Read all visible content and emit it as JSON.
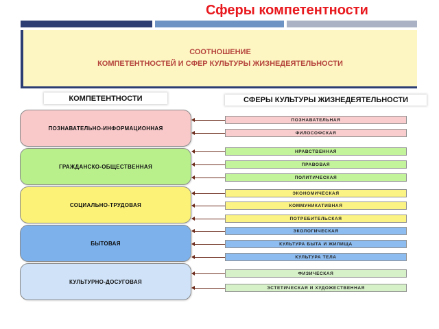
{
  "slide": {
    "title": "Сферы компетентности",
    "banner_line1": "СООТНОШЕНИЕ",
    "banner_line2": "КОМПЕТЕНТНОСТЕЙ И СФЕР КУЛЬТУРЫ  ЖИЗНЕДЕЯТЕЛЬНОСТИ",
    "left_header": "КОМПЕТЕНТНОСТИ",
    "right_header": "СФЕРЫ КУЛЬТУРЫ ЖИЗНЕДЕЯТЕЛЬНОСТИ"
  },
  "competencies": [
    {
      "label": "ПОЗНАВАТЕЛЬНО-ИНФОРМАЦИОННАЯ",
      "color": "#f9c9ca"
    },
    {
      "label": "ГРАЖДАНСКО-ОБЩЕСТВЕННАЯ",
      "color": "#b9f08c"
    },
    {
      "label": "СОЦИАЛЬНО-ТРУДОВАЯ",
      "color": "#fbf277"
    },
    {
      "label": "БЫТОВАЯ",
      "color": "#7cb1ec"
    },
    {
      "label": "КУЛЬТУРНО-ДОСУГОВАЯ",
      "color": "#cfe2f8"
    }
  ],
  "spheres": [
    {
      "label": "ПОЗНАВАТЕЛЬНАЯ",
      "color": "#f9cdce"
    },
    {
      "label": "ФИЛОСОФСКАЯ",
      "color": "#f9cdce"
    },
    {
      "label": "НРАВСТВЕННАЯ",
      "color": "#c3f39a"
    },
    {
      "label": "ПРАВОВАЯ",
      "color": "#c3f39a"
    },
    {
      "label": "ПОЛИТИЧЕСКАЯ",
      "color": "#c3f39a"
    },
    {
      "label": "ЭКОНОМИЧЕСКАЯ",
      "color": "#fbf384"
    },
    {
      "label": "КОММУНИКАТИВНАЯ",
      "color": "#fbf384"
    },
    {
      "label": "ПОТРЕБИТЕЛЬСКАЯ",
      "color": "#fbf384"
    },
    {
      "label": "ЭКОЛОГИЧЕСКАЯ",
      "color": "#8dbcf0"
    },
    {
      "label": "КУЛЬТУРА БЫТА И ЖИЛИЩА",
      "color": "#8dbcf0"
    },
    {
      "label": "КУЛЬТУРА ТЕЛА",
      "color": "#8dbcf0"
    },
    {
      "label": "ФИЗИЧЕСКАЯ",
      "color": "#d6f0c8"
    },
    {
      "label": "ЭСТЕТИЧЕСКАЯ  И  ХУДОЖЕСТВЕННАЯ",
      "color": "#d6f0c8"
    }
  ],
  "colors": {
    "title": "#e8191e",
    "stripe_dark": "#2b3d72",
    "stripe_mid": "#6d93c4",
    "stripe_light": "#a9b3c5",
    "banner_bg": "#fdf6c3",
    "banner_text": "#b5443c",
    "arrow": "#6b2a1a"
  }
}
